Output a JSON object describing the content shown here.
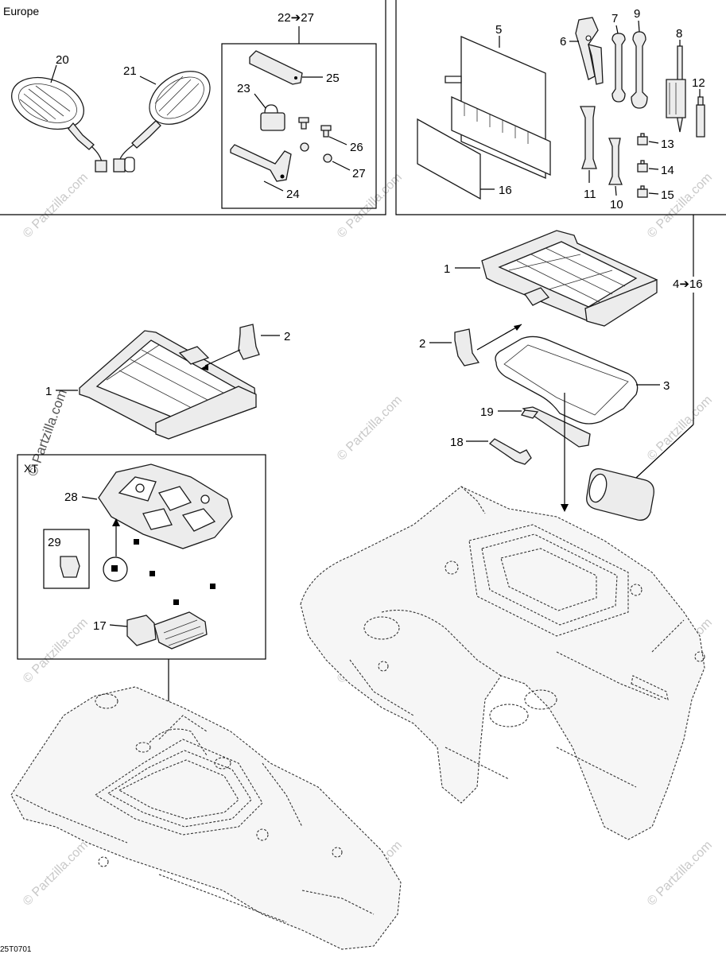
{
  "diagram": {
    "region_labels": {
      "europe": "Europe",
      "xt": "XT"
    },
    "callouts": {
      "c20": "20",
      "c21": "21",
      "c22_27": "22➔27",
      "c25": "25",
      "c23": "23",
      "c26": "26",
      "c27": "27",
      "c24": "24",
      "c5": "5",
      "c6": "6",
      "c7": "7",
      "c9": "9",
      "c8": "8",
      "c12": "12",
      "c13": "13",
      "c14": "14",
      "c15": "15",
      "c16": "16",
      "c11": "11",
      "c10": "10",
      "c1_right": "1",
      "c4_16": "4➔16",
      "c2_right": "2",
      "c3": "3",
      "c19": "19",
      "c18": "18",
      "c2_left": "2",
      "c1_left": "1",
      "c28": "28",
      "c29": "29",
      "c17": "17"
    },
    "drawing_number": "25T0701",
    "watermark": "© Partzilla.com"
  }
}
